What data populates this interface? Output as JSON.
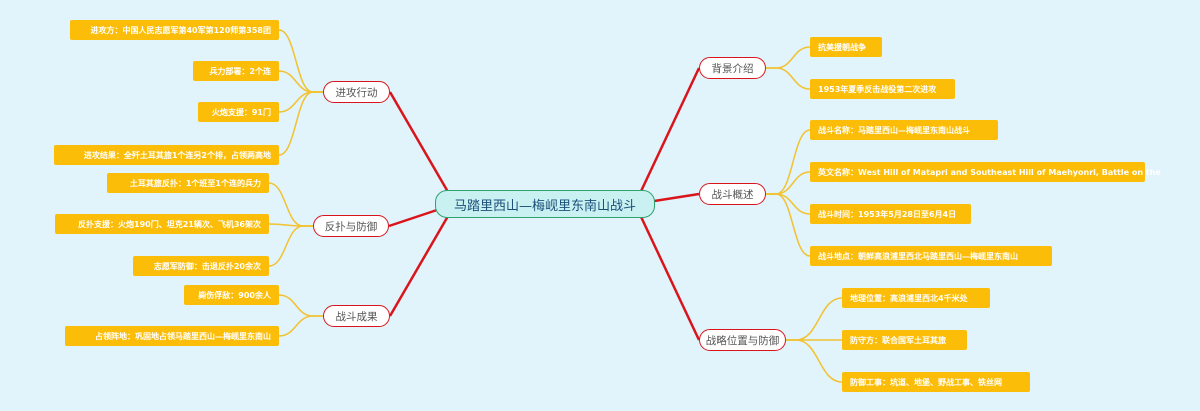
{
  "root": "马踏里西山—梅岘里东南山战斗",
  "colors": {
    "background": "#e1f3fb",
    "root_fill": "#c9f1f1",
    "root_border": "#2fa36b",
    "branch_border": "#d9151b",
    "main_link": "#d9151b",
    "leaf_fill": "#fbbd08",
    "leaf_link": "#f2c230"
  },
  "branches": [
    {
      "label": "进攻行动",
      "items": [
        "进攻方：中国人民志愿军第40军第120师第358团",
        "兵力部署：2个连",
        "火炮支援：91门",
        "进攻结果：全歼土耳其旅1个连另2个排，占领两高地"
      ]
    },
    {
      "label": "反扑与防御",
      "items": [
        "土耳其旅反扑：1个班至1个连的兵力",
        "反扑支援：火炮190门、坦克21辆次、飞机36架次",
        "志愿军防御：击退反扑20余次"
      ]
    },
    {
      "label": "战斗成果",
      "items": [
        "毙伤俘敌：900余人",
        "占领阵地：巩固地占领马踏里西山—梅岘里东南山"
      ]
    },
    {
      "label": "背景介绍",
      "items": [
        "抗美援朝战争",
        "1953年夏季反击战役第二次进攻"
      ]
    },
    {
      "label": "战斗概述",
      "items": [
        "战斗名称：马踏里西山—梅岘里东南山战斗",
        "英文名称：West Hill of Matapri and Southeast Hill of Maehyonri, Battle on the",
        "战斗时间：1953年5月28日至6月4日",
        "战斗地点：朝鲜高浪浦里西北马踏里西山—梅岘里东南山"
      ]
    },
    {
      "label": "战略位置与防御",
      "items": [
        "地理位置：高浪浦里西北4千米处",
        "防守方：联合国军土耳其旅",
        "防御工事：坑道、地堡、野战工事、铁丝网"
      ]
    }
  ]
}
